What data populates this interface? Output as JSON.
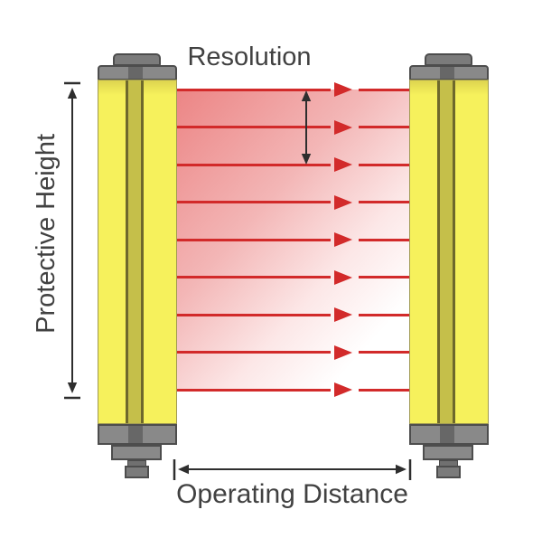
{
  "diagram": {
    "type": "safety-light-curtain-dimensions",
    "labels": {
      "resolution": "Resolution",
      "protective_height": "Protective Height",
      "operating_distance": "Operating Distance"
    },
    "beam_count": 9
  },
  "colors": {
    "tower-yellow": "#f6f15c",
    "tower-strip": "#c5bf4a",
    "tower-strip-dark": "#6e682c",
    "tower-outline": "#a09a52",
    "metal-gray": "#898989",
    "metal-gray-mid": "#7b7b7b",
    "metal-dark": "#4d4d4d",
    "beam-red": "#d22a2a",
    "beam-pink": "#ec8585",
    "arrow-black": "#2e2e2e",
    "text-gray": "#414141"
  }
}
